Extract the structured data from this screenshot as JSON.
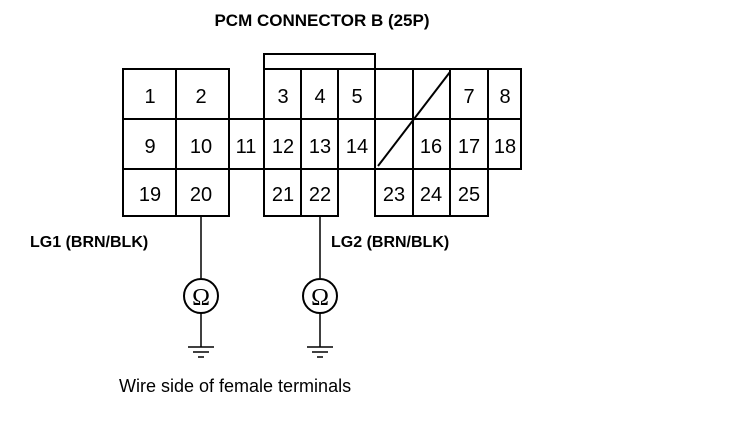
{
  "title": "PCM CONNECTOR B (25P)",
  "caption": "Wire side of female terminals",
  "pins": [
    "1",
    "2",
    "3",
    "4",
    "5",
    "7",
    "8",
    "9",
    "10",
    "11",
    "12",
    "13",
    "14",
    "16",
    "17",
    "18",
    "19",
    "20",
    "21",
    "22",
    "23",
    "24",
    "25"
  ],
  "probes": [
    {
      "label": "LG1 (BRN/BLK)",
      "pin": "20",
      "meter_symbol": "Ω",
      "meter_icon": "ohmmeter-icon",
      "ground_icon": "ground-icon"
    },
    {
      "label": "LG2 (BRN/BLK)",
      "pin": "22",
      "meter_symbol": "Ω",
      "meter_icon": "ohmmeter-icon",
      "ground_icon": "ground-icon"
    }
  ]
}
